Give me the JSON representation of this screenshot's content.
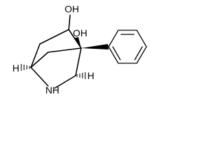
{
  "molecule": {
    "atom_labels": {
      "hydroxyl_top": "OH",
      "hydroxyl_bridge": "OH",
      "amine": "NH",
      "h_left": "H",
      "h_right": "H"
    }
  }
}
